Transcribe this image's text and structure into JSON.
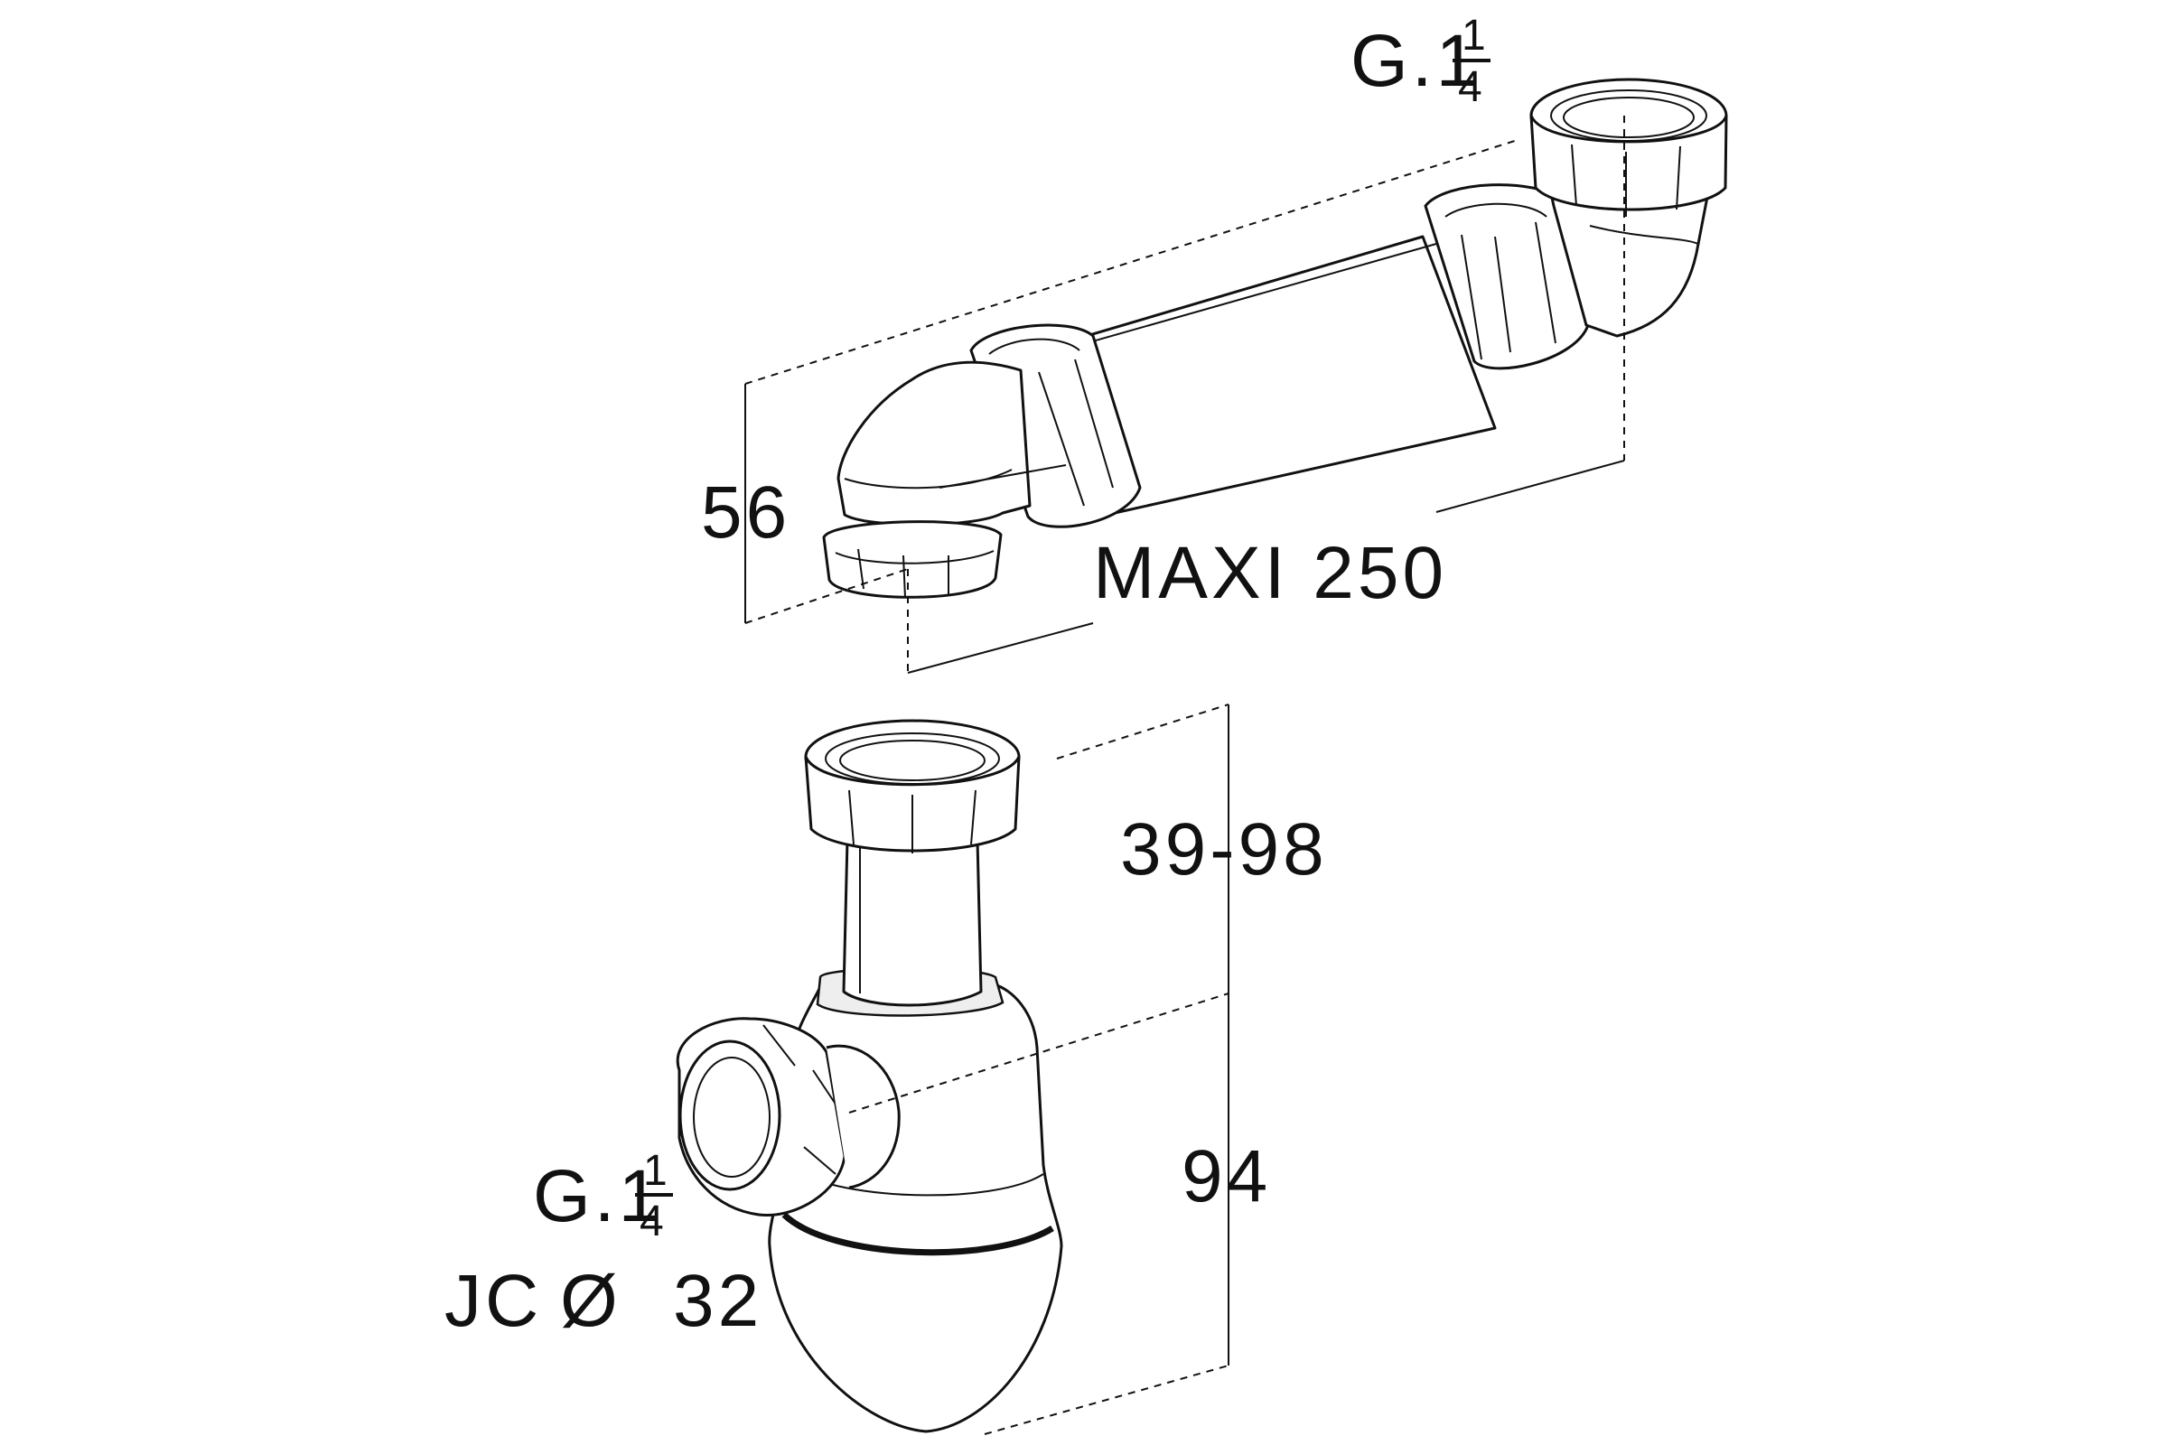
{
  "labels": {
    "thread_top": {
      "main": "G.1",
      "num": "1",
      "den": "4"
    },
    "height_56": "56",
    "maxi_250": "MAXI 250",
    "range_39_98": "39-98",
    "height_94": "94",
    "thread_bottom": {
      "main": "G.1",
      "num": "1",
      "den": "4"
    },
    "jc_prefix": "JC",
    "diameter_symbol": "Ø",
    "jc_value": "32"
  }
}
